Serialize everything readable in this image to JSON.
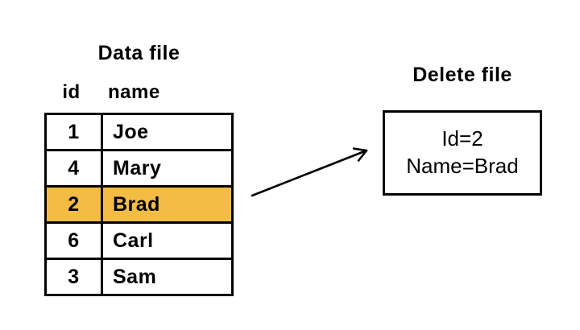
{
  "colors": {
    "highlight": "#F3BD45",
    "ink": "#000000",
    "background": "#FFFFFF"
  },
  "data_file": {
    "title": "Data file",
    "columns": [
      "id",
      "name"
    ],
    "rows": [
      {
        "id": "1",
        "name": "Joe"
      },
      {
        "id": "4",
        "name": "Mary"
      },
      {
        "id": "2",
        "name": "Brad"
      },
      {
        "id": "6",
        "name": "Carl"
      },
      {
        "id": "3",
        "name": "Sam"
      }
    ],
    "highlighted_row_index": 2
  },
  "delete_file": {
    "title": "Delete file",
    "lines": [
      "Id=2",
      "Name=Brad"
    ]
  },
  "arrow": {
    "icon": "arrow-right-icon"
  }
}
